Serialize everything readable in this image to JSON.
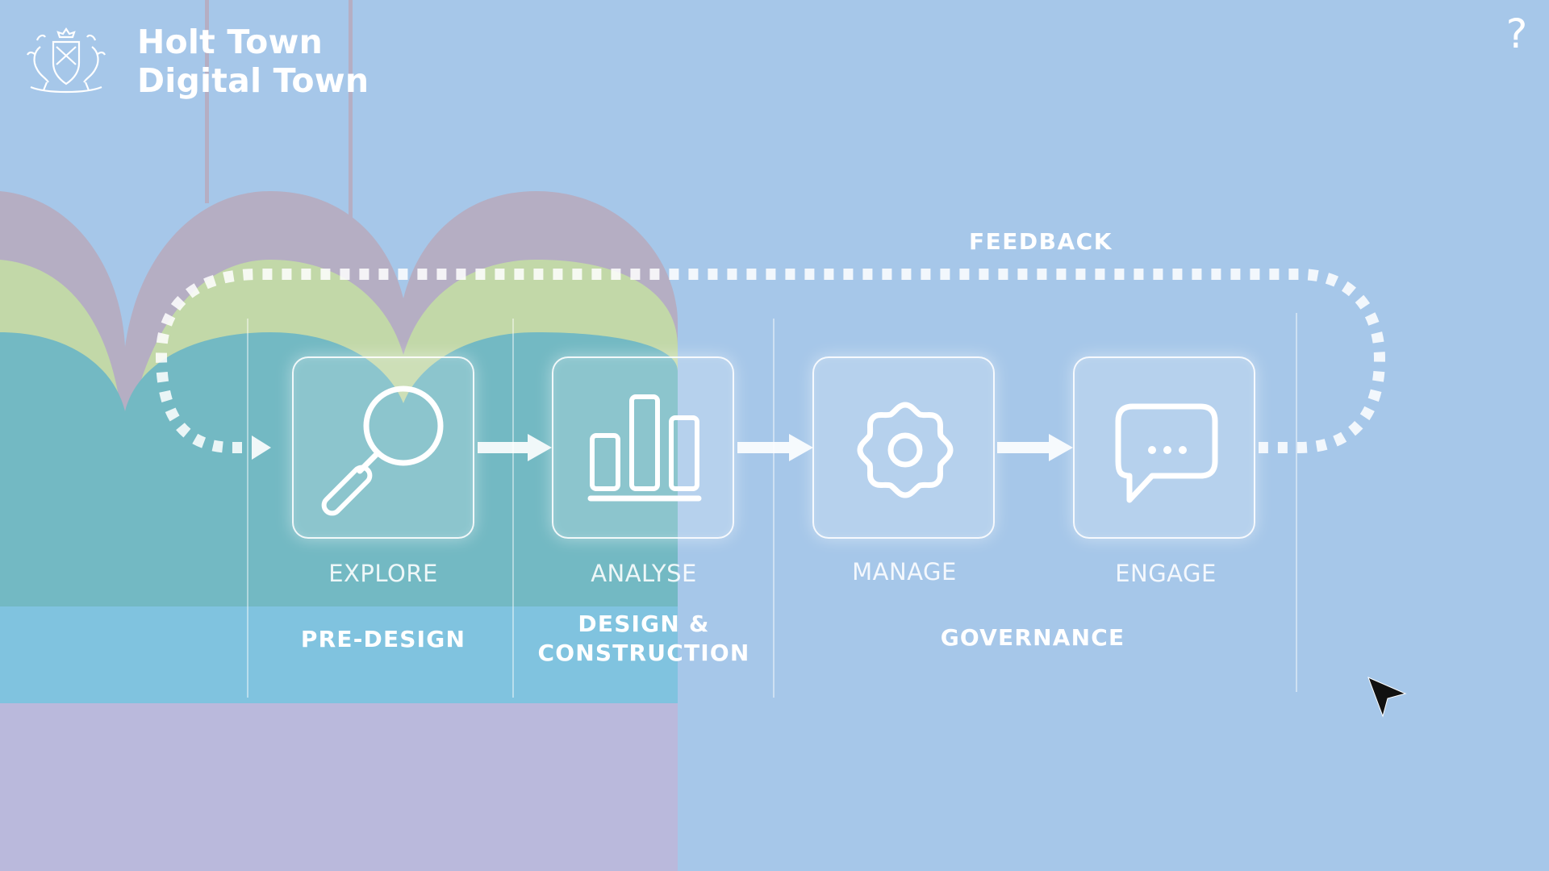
{
  "brand": {
    "crest_icon": "coat-of-arms-icon",
    "title_line1": "Holt Town",
    "title_line2": "Digital Town"
  },
  "help": {
    "label": "?",
    "icon": "question-mark-icon"
  },
  "feedback": {
    "label": "FEEDBACK"
  },
  "stages": [
    {
      "label": "EXPLORE",
      "icon": "magnifier-icon"
    },
    {
      "label": "ANALYSE",
      "icon": "bar-chart-icon"
    },
    {
      "label": "MANAGE",
      "icon": "gear-icon"
    },
    {
      "label": "ENGAGE",
      "icon": "speech-bubble-icon"
    }
  ],
  "phases": [
    {
      "label": "PRE-DESIGN"
    },
    {
      "label_line1": "DESIGN &",
      "label_line2": "CONSTRUCTION"
    },
    {
      "label": "GOVERNANCE"
    }
  ],
  "colors": {
    "background": "#a6c7e9",
    "accent": "#ffffff",
    "decor_mauve": "#b5aec3",
    "decor_green": "#c2d8a8",
    "decor_teal": "#73b9c3",
    "decor_cyan": "#80c3df",
    "decor_lavender": "#bab9dc"
  }
}
